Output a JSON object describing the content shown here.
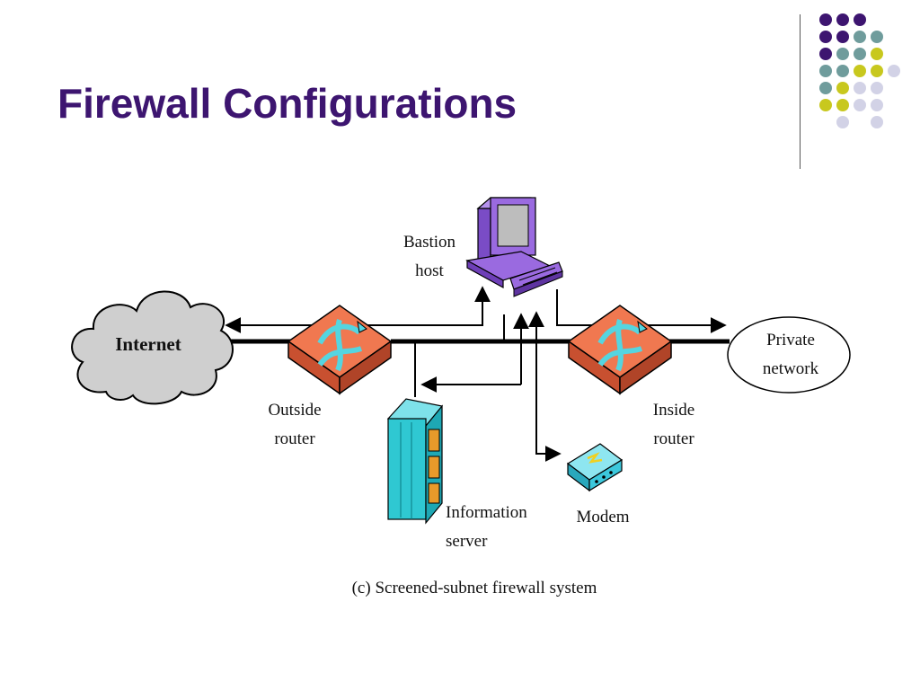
{
  "slide": {
    "title": "Firewall Configurations",
    "title_color": "#3d1570"
  },
  "decor": {
    "dot_grid": [
      [
        "purple",
        "purple",
        "purple",
        null,
        null
      ],
      [
        "purple",
        "purple",
        "teal",
        "teal",
        null
      ],
      [
        "purple",
        "teal",
        "teal",
        "yellow",
        null
      ],
      [
        "teal",
        "teal",
        "yellow",
        "yellow",
        "lavender"
      ],
      [
        "teal",
        "yellow",
        "lavender",
        "lavender",
        null
      ],
      [
        "yellow",
        "yellow",
        "lavender",
        "lavender",
        null
      ],
      [
        null,
        "lavender",
        null,
        "lavender",
        null
      ]
    ],
    "dot_colors": {
      "purple": "#3d1570",
      "teal": "#6f9c9c",
      "yellow": "#c8c81e",
      "lavender": "#d2d2e6"
    }
  },
  "diagram": {
    "nodes": {
      "internet": "Internet",
      "outside_router_l1": "Outside",
      "outside_router_l2": "router",
      "bastion_host_l1": "Bastion",
      "bastion_host_l2": "host",
      "information_server_l1": "Information",
      "information_server_l2": "server",
      "modem": "Modem",
      "inside_router_l1": "Inside",
      "inside_router_l2": "router",
      "private_network_l1": "Private",
      "private_network_l2": "network"
    },
    "caption": "(c) Screened-subnet firewall system",
    "colors": {
      "router_top": "#f07850",
      "router_side": "#c85030",
      "router_arrow": "#55d5e0",
      "cloud": "#cfcfcf",
      "computer": "#9a6ae0",
      "server": "#2fc8d2",
      "server_accent": "#e89a2a",
      "modem": "#3cc8dc"
    }
  }
}
